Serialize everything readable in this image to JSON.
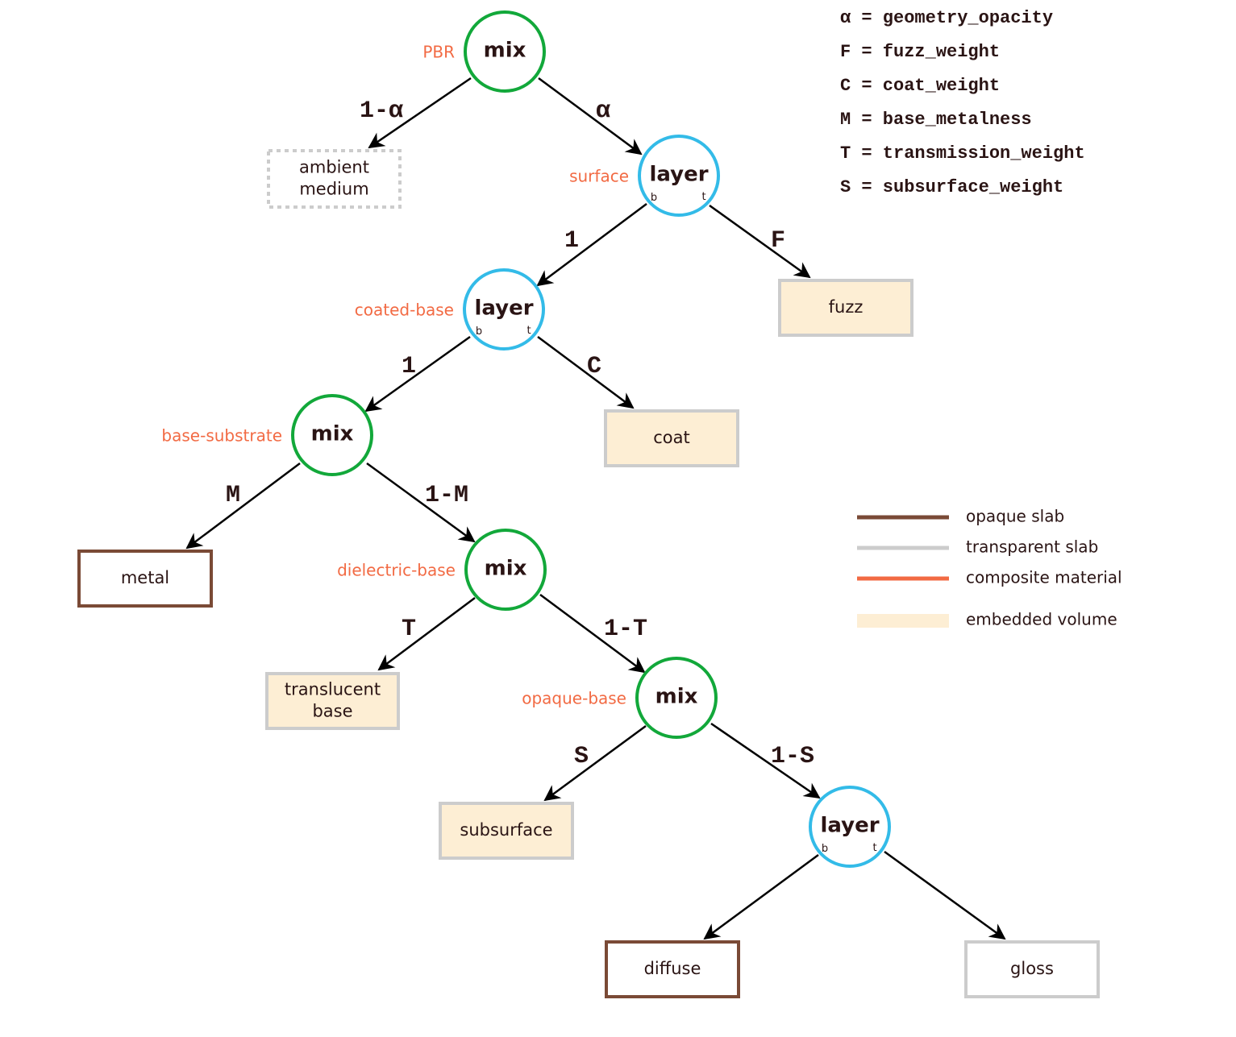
{
  "colors": {
    "mix": "#12a83a",
    "layer": "#33bbe8",
    "opaque_slab": "#7a4a36",
    "transparent_slab": "#cccccc",
    "composite_material": "#f26a43",
    "embedded_volume": "#fdeed4",
    "text": "#2a1414"
  },
  "nodes": [
    {
      "id": "pbr",
      "type": "mix",
      "label": "mix",
      "role": "PBR"
    },
    {
      "id": "surface",
      "type": "layer",
      "label": "layer",
      "role": "surface",
      "ports": [
        "b",
        "t"
      ]
    },
    {
      "id": "coated-base",
      "type": "layer",
      "label": "layer",
      "role": "coated-base",
      "ports": [
        "b",
        "t"
      ]
    },
    {
      "id": "base-substrate",
      "type": "mix",
      "label": "mix",
      "role": "base-substrate"
    },
    {
      "id": "dielectric-base",
      "type": "mix",
      "label": "mix",
      "role": "dielectric-base"
    },
    {
      "id": "opaque-base",
      "type": "mix",
      "label": "mix",
      "role": "opaque-base"
    },
    {
      "id": "diffuse-gloss",
      "type": "layer",
      "label": "layer",
      "role": "",
      "ports": [
        "b",
        "t"
      ]
    }
  ],
  "leaves": [
    {
      "id": "ambient",
      "label_lines": [
        "ambient",
        "medium"
      ],
      "style": "dotted"
    },
    {
      "id": "fuzz",
      "label_lines": [
        "fuzz"
      ],
      "style": "embedded"
    },
    {
      "id": "coat",
      "label_lines": [
        "coat"
      ],
      "style": "embedded"
    },
    {
      "id": "metal",
      "label_lines": [
        "metal"
      ],
      "style": "opaque"
    },
    {
      "id": "translucent",
      "label_lines": [
        "translucent",
        "base"
      ],
      "style": "embedded"
    },
    {
      "id": "subsurface",
      "label_lines": [
        "subsurface"
      ],
      "style": "embedded"
    },
    {
      "id": "diffuse",
      "label_lines": [
        "diffuse"
      ],
      "style": "opaque"
    },
    {
      "id": "gloss",
      "label_lines": [
        "gloss"
      ],
      "style": "transparent"
    }
  ],
  "edges": [
    {
      "from": "pbr",
      "to": "ambient",
      "label": "1-α"
    },
    {
      "from": "pbr",
      "to": "surface",
      "label": "α"
    },
    {
      "from": "surface",
      "to": "coated-base",
      "label": "1"
    },
    {
      "from": "surface",
      "to": "fuzz",
      "label": "F"
    },
    {
      "from": "coated-base",
      "to": "base-substrate",
      "label": "1"
    },
    {
      "from": "coated-base",
      "to": "coat",
      "label": "C"
    },
    {
      "from": "base-substrate",
      "to": "metal",
      "label": "M"
    },
    {
      "from": "base-substrate",
      "to": "dielectric-base",
      "label": "1-M"
    },
    {
      "from": "dielectric-base",
      "to": "translucent",
      "label": "T"
    },
    {
      "from": "dielectric-base",
      "to": "opaque-base",
      "label": "1-T"
    },
    {
      "from": "opaque-base",
      "to": "subsurface",
      "label": "S"
    },
    {
      "from": "opaque-base",
      "to": "diffuse-gloss",
      "label": "1-S"
    },
    {
      "from": "diffuse-gloss",
      "to": "diffuse",
      "label": ""
    },
    {
      "from": "diffuse-gloss",
      "to": "gloss",
      "label": ""
    }
  ],
  "variables": [
    "α = geometry_opacity",
    "F = fuzz_weight",
    "C = coat_weight",
    "M = base_metalness",
    "T = transmission_weight",
    "S = subsurface_weight"
  ],
  "legend": [
    {
      "label": "opaque slab",
      "swatch": "opaque_slab"
    },
    {
      "label": "transparent slab",
      "swatch": "transparent_slab"
    },
    {
      "label": "composite material",
      "swatch": "composite_material"
    },
    {
      "label": "embedded volume",
      "swatch": "embedded_volume"
    }
  ]
}
